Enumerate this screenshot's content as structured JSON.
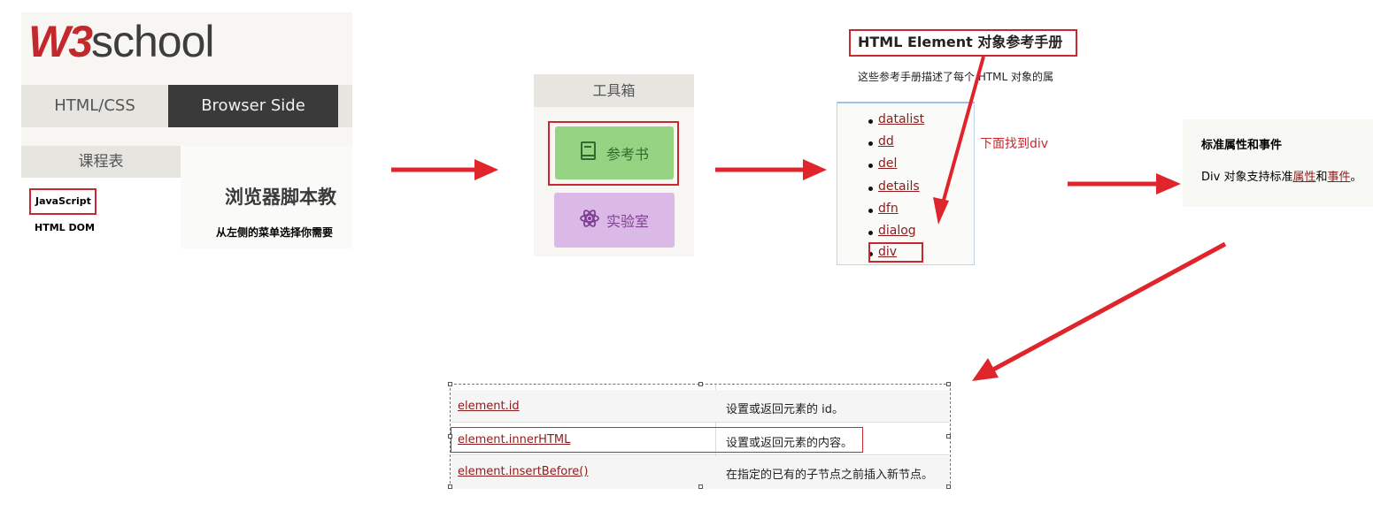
{
  "panel1": {
    "logo_w3": "W3",
    "logo_rest": "school",
    "nav_tab1": "HTML/CSS",
    "nav_tab2": "Browser Side",
    "sidebar_head": "课程表",
    "sidebar_item1": "JavaScript",
    "sidebar_item2": "HTML DOM",
    "main_title": "浏览器脚本教",
    "main_subtitle": "从左侧的菜单选择你需要"
  },
  "panel2": {
    "head": "工具箱",
    "button_reference": "参考书",
    "button_lab": "实验室"
  },
  "panel3": {
    "title": "HTML Element 对象参考手册",
    "description": "这些参考手册描述了每个 HTML 对象的属",
    "items": [
      "datalist",
      "dd",
      "del",
      "details",
      "dfn",
      "dialog",
      "div"
    ],
    "note": "下面找到div"
  },
  "panel4": {
    "heading": "标准属性和事件",
    "text_prefix": "Div 对象支持标准",
    "link1": "属性",
    "text_mid": "和",
    "link2": "事件",
    "text_suffix": "。"
  },
  "panel5": {
    "rows": [
      {
        "name": "element.id",
        "desc": "设置或返回元素的 id。"
      },
      {
        "name": "element.innerHTML",
        "desc": "设置或返回元素的内容。"
      },
      {
        "name": "element.insertBefore()",
        "desc": "在指定的已有的子节点之前插入新节点。"
      }
    ]
  },
  "colors": {
    "highlight_red": "#c8282f",
    "arrow_red": "#e0242b",
    "link_red": "#8b1d1d",
    "reference_green": "#96d484",
    "lab_purple": "#dbb9e6"
  },
  "icons": [
    "book-icon",
    "atom-icon"
  ]
}
